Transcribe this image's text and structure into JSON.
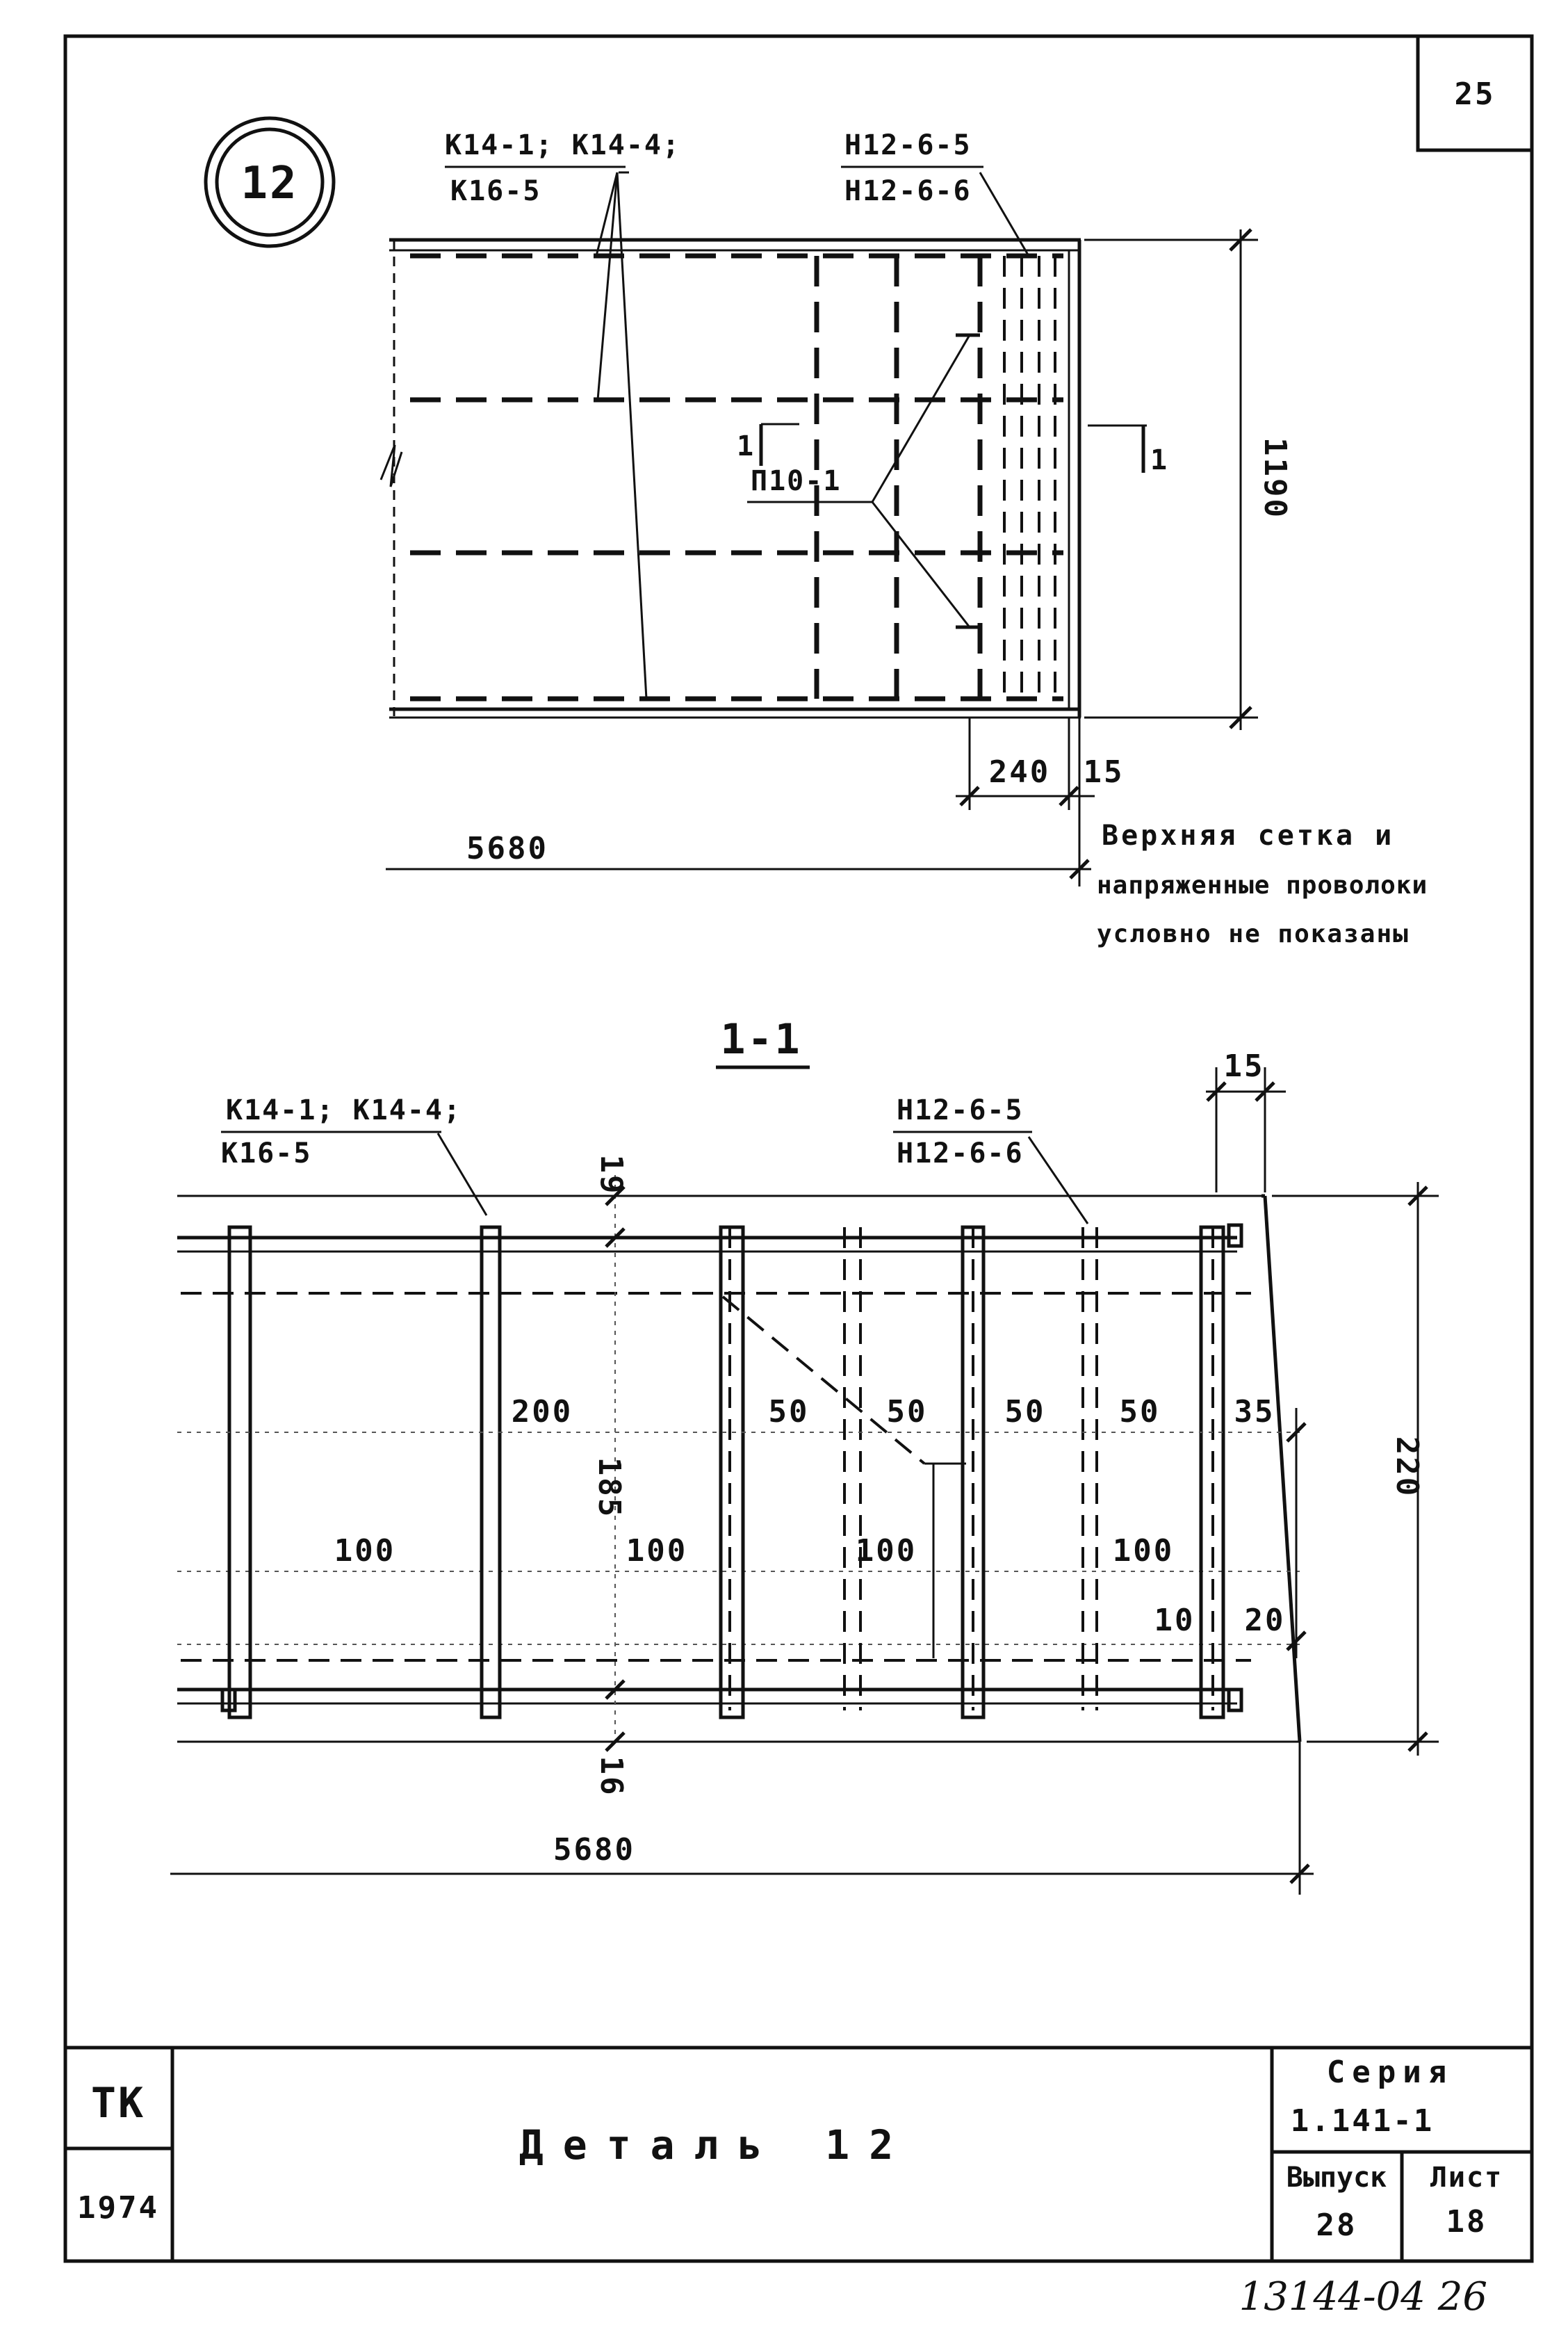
{
  "sheet_number": "25",
  "detail_marker": "12",
  "plan": {
    "callout_left": [
      "К14-1; К14-4;",
      "К16-5"
    ],
    "callout_right": [
      "Н12-6-5",
      "Н12-6-6"
    ],
    "callout_mid": "П10-1",
    "section_mark": "1",
    "dim_height": "1190",
    "dim_240": "240",
    "dim_15": "15",
    "dim_length": "5680",
    "note": [
      "Верхняя сетка и",
      "напряженные проволоки",
      "условно не показаны"
    ]
  },
  "section": {
    "title": "1-1",
    "callout_left": [
      "К14-1; К14-4;",
      "К16-5"
    ],
    "callout_right": [
      "Н12-6-5",
      "Н12-6-6"
    ],
    "dim_15": "15",
    "dim_19": "19",
    "dim_16": "16",
    "dim_185": "185",
    "dim_220": "220",
    "dim_200": "200",
    "dim_50": [
      "50",
      "50",
      "50",
      "50"
    ],
    "dim_35": "35",
    "dim_100": [
      "100",
      "100",
      "100",
      "100"
    ],
    "dim_10": "10",
    "dim_20": "20",
    "dim_length": "5680"
  },
  "title_block": {
    "org": "ТК",
    "year": "1974",
    "title": "Деталь 12",
    "series_label": "Серия",
    "series_value": "1.141-1",
    "issue_label": "Выпуск",
    "issue_value": "28",
    "sheet_label": "Лист",
    "sheet_value": "18"
  },
  "stamp_number": "13144-04 26"
}
